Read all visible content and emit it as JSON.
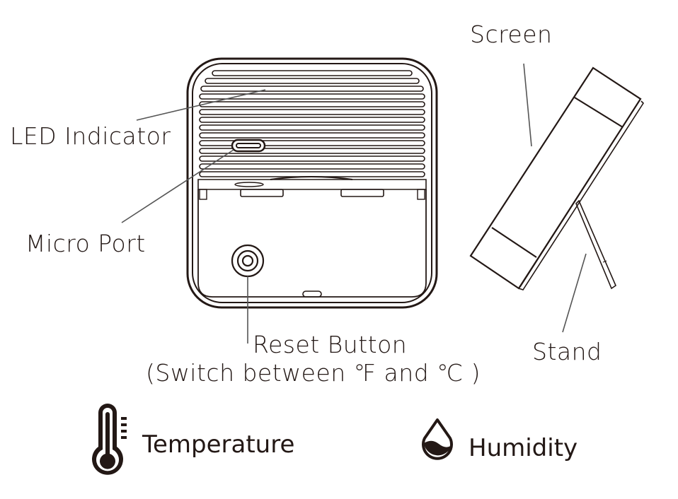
{
  "diagram": {
    "type": "product-parts-callout",
    "callouts": {
      "screen": "Screen",
      "led_indicator": "LED Indicator",
      "micro_port": "Micro Port",
      "reset_button_line1": "Reset Button",
      "reset_button_line2": "(Switch between ℉ and ℃ )",
      "stand": "Stand"
    },
    "legend": [
      {
        "icon": "thermometer-icon",
        "label": "Temperature"
      },
      {
        "icon": "water-drop-icon",
        "label": "Humidity"
      }
    ],
    "colors": {
      "line": "#231815",
      "leader": "#555555",
      "background": "#ffffff"
    }
  }
}
